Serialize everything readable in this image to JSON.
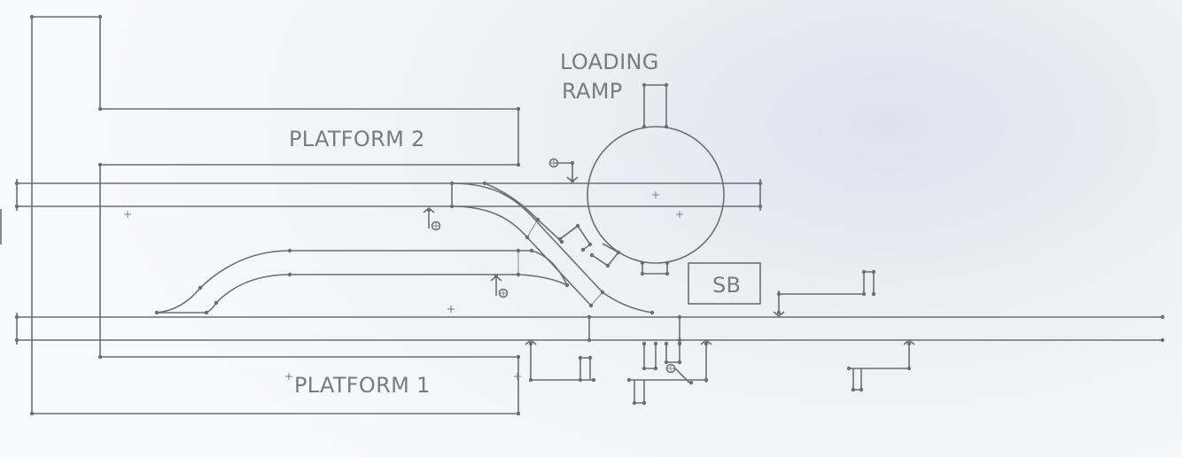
{
  "labels": {
    "loading_ramp_line1": "LOADING",
    "loading_ramp_line2": "RAMP",
    "platform2": "PLATFORM 2",
    "platform1": "PLATFORM 1",
    "signal_box": "SB"
  },
  "colors": {
    "line": "#6d6e72",
    "text": "#7a7b80",
    "background": "#eef0f5"
  },
  "icons": {
    "fixed_constraint": "circle-plus-icon",
    "arrow_marker": "arrow-up-icon",
    "origin": "crosshair-icon"
  }
}
